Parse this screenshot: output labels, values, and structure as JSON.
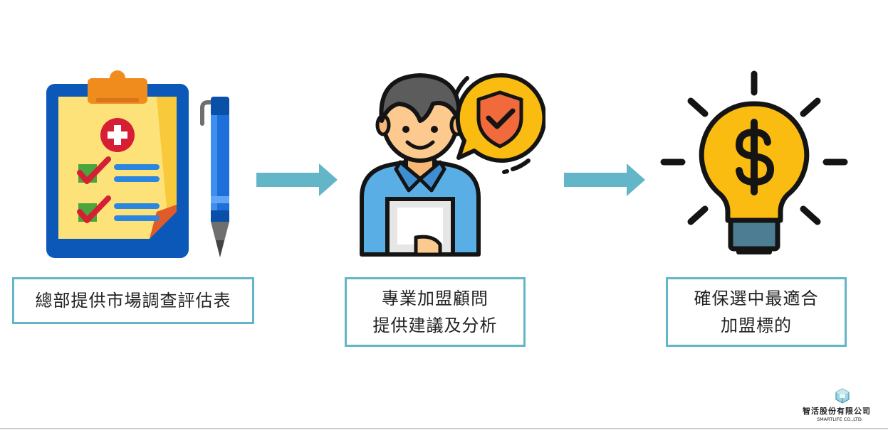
{
  "steps": [
    {
      "lines": [
        "總部提供市場調查評估表"
      ]
    },
    {
      "lines": [
        "專業加盟顧問",
        "提供建議及分析"
      ]
    },
    {
      "lines": [
        "確保選中最適合",
        "加盟標的"
      ]
    }
  ],
  "company": {
    "name_zh": "智活股份有限公司",
    "name_en": "SMARTLIFE CO.,LTD."
  },
  "colors": {
    "box_border": "#63b6c8",
    "arrow": "#63b6c8",
    "bulb_yellow": "#fbbc12",
    "pen_blue": "#1e6fd9"
  },
  "icons": [
    "clipboard-checklist-icon",
    "pen-icon",
    "consultant-icon",
    "shield-check-bubble-icon",
    "money-lightbulb-icon"
  ]
}
